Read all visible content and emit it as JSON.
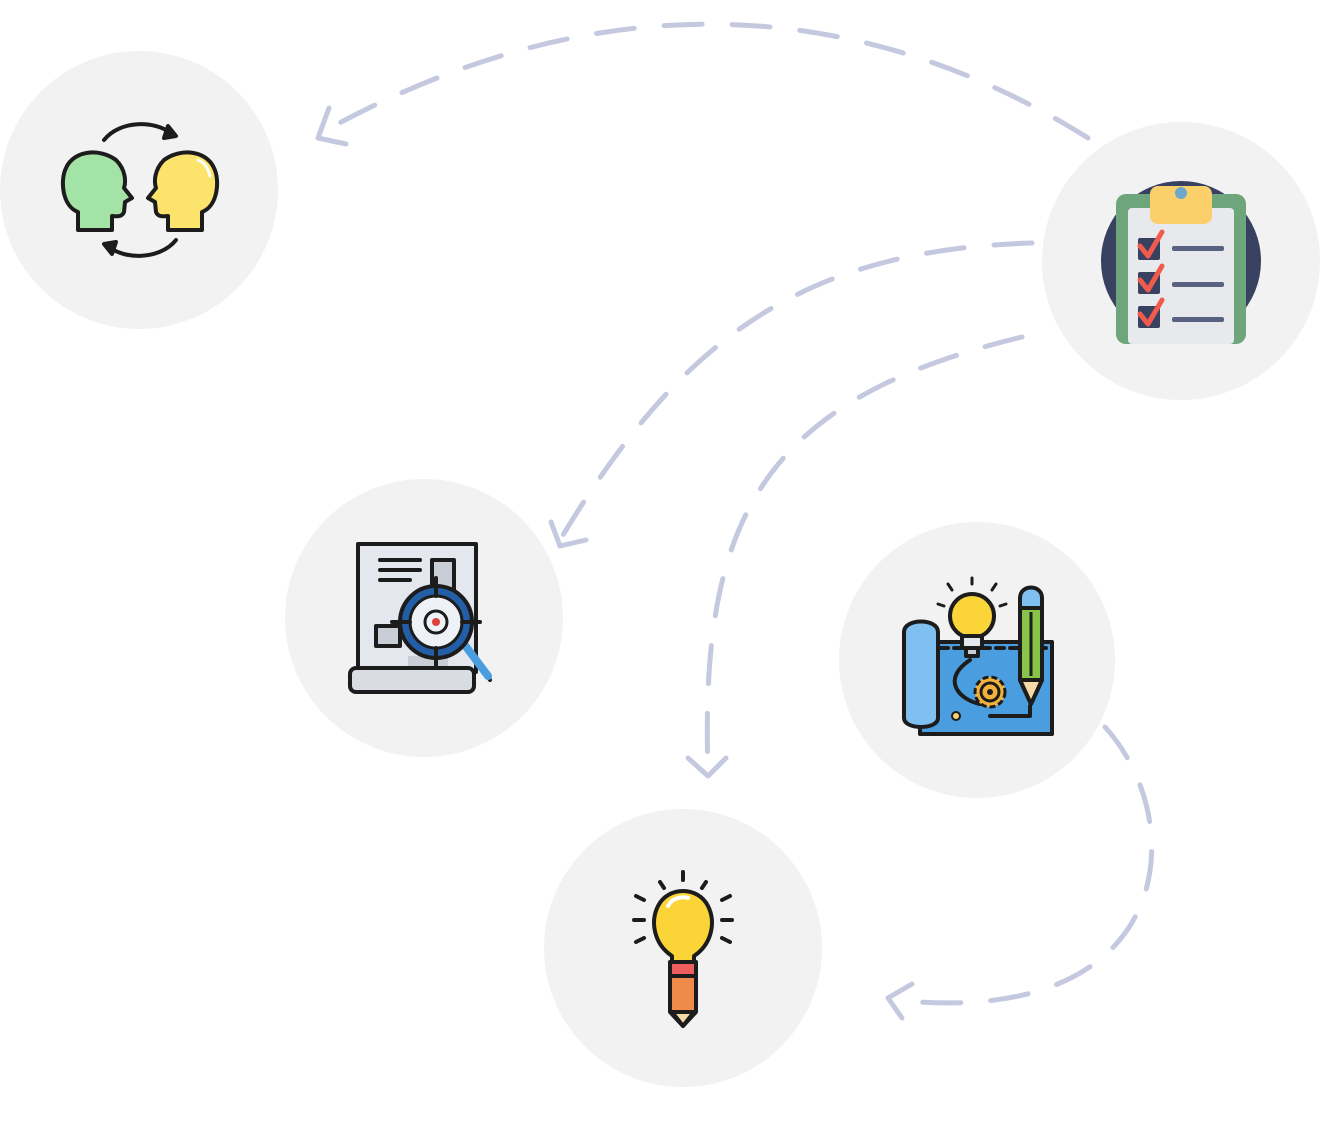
{
  "colors": {
    "background": "#ffffff",
    "node_fill": "#f2f2f2",
    "connector": "#c4c9df",
    "outline": "#1c1c1c"
  },
  "nodes": [
    {
      "id": "exchange-ideas",
      "icon": "heads-exchange-icon"
    },
    {
      "id": "checklist",
      "icon": "clipboard-checklist-icon"
    },
    {
      "id": "research",
      "icon": "document-magnifier-icon"
    },
    {
      "id": "blueprint",
      "icon": "blueprint-plan-icon"
    },
    {
      "id": "idea",
      "icon": "lightbulb-pencil-icon"
    }
  ],
  "connectors": [
    {
      "from": "checklist",
      "to": "exchange-ideas",
      "style": "dashed",
      "arrow": "end"
    },
    {
      "from": "checklist",
      "to": "research",
      "style": "dashed",
      "arrow": "end"
    },
    {
      "from": "checklist",
      "to": "idea",
      "style": "dashed",
      "arrow": "end"
    },
    {
      "from": "blueprint",
      "to": "idea",
      "style": "dashed",
      "arrow": "end"
    }
  ]
}
